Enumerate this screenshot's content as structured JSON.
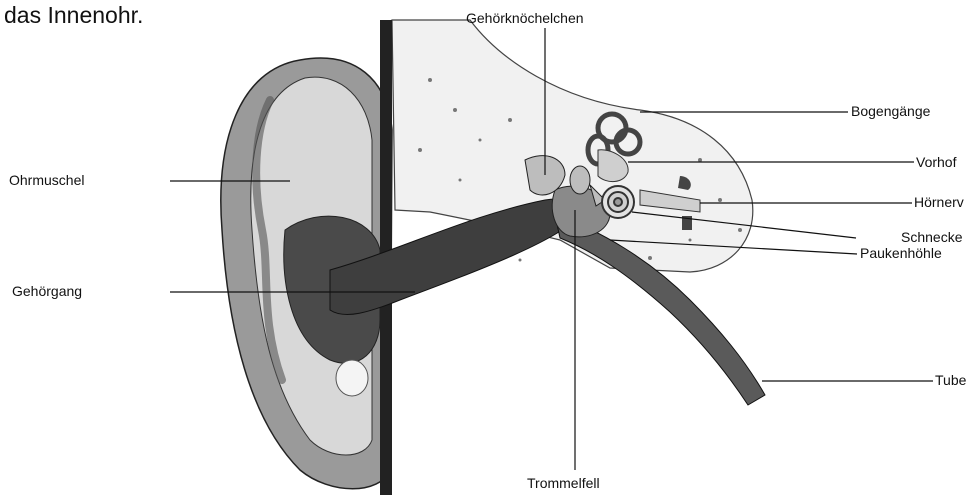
{
  "caption": "das Innenohr.",
  "labels": {
    "gehoerknoechelchen": "Gehörknöchelchen",
    "bogengaenge": "Bogengänge",
    "vorhof": "Vorhof",
    "hoernerv": "Hörnerv",
    "schnecke": "Schnecke",
    "paukenhoehle": "Paukenhöhle",
    "tube": "Tube",
    "ohrmuschel": "Ohrmuschel",
    "gehoergang": "Gehörgang",
    "trommelfell": "Trommelfell"
  },
  "colors": {
    "ink": "#111111",
    "dark_tissue": "#4a4a4a",
    "mid_tissue": "#8c8c8c",
    "light_tissue": "#cfcfcf",
    "bone": "#f2f2f2"
  }
}
